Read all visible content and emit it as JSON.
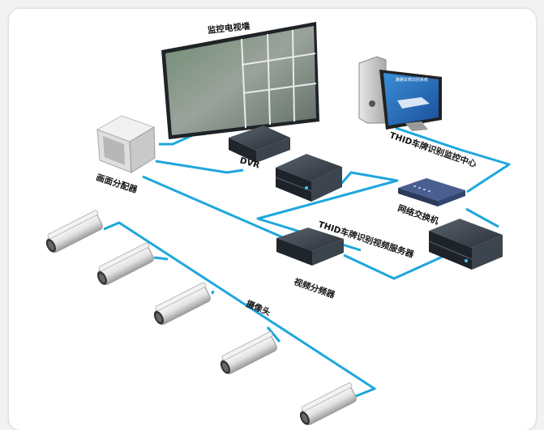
{
  "labels": {
    "video_wall": "监控电视墙",
    "splitter": "画面分配器",
    "dvr": "DVR",
    "monitor_center": "THID车牌识别监控中心",
    "switch": "网络交换机",
    "plate_server": "THID车牌识别视频服务器",
    "video_distributor": "视频分频器",
    "cameras": "摄像头"
  },
  "monitor_screen_text": "路路车牌识别系统",
  "colors": {
    "cable": "#1ea7dc",
    "device_dark": "#2b3138",
    "switch_blue": "#4a5f8f",
    "camera_body": "#e4e4e4"
  }
}
